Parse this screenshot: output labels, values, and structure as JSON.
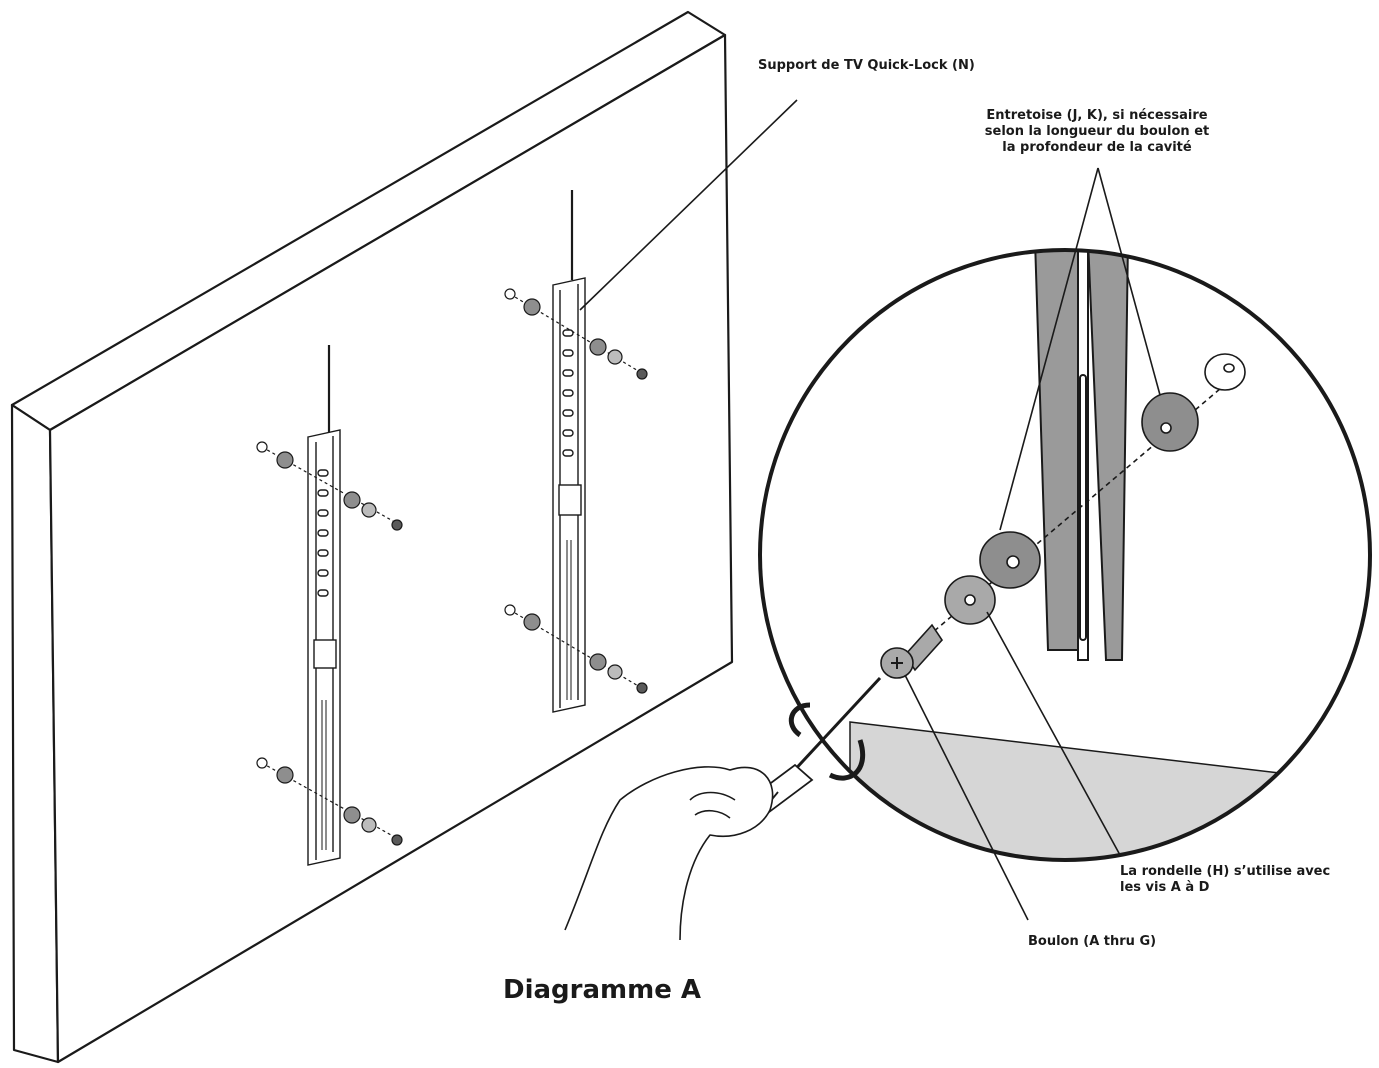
{
  "labels": {
    "support": "Support de TV Quick-Lock (N)",
    "spacer": "Entretoise (J, K), si nécessaire\nselon la longueur du boulon et\nla profondeur de la cavité",
    "washer": "La rondelle (H) s’utilise avec\nles vis A à D",
    "bolt": "Boulon (A thru G)"
  },
  "title": "Diagramme A",
  "colors": {
    "line": "#1a1a1a",
    "part_gray": "#8e8e8e",
    "shade": "#d6d6d6"
  }
}
